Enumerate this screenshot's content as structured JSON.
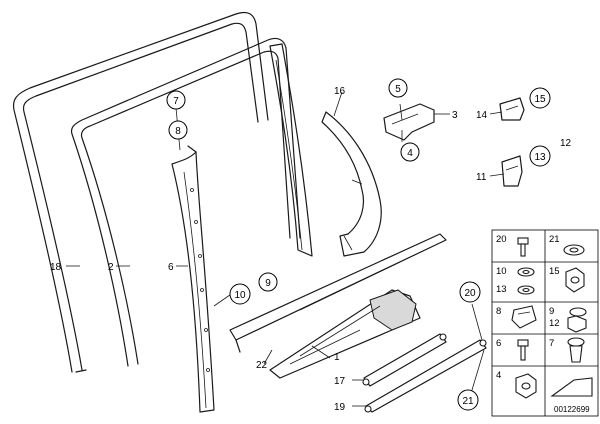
{
  "labels": {
    "p18": "18",
    "p2": "2",
    "p6": "6",
    "p7": "7",
    "p8": "8",
    "p9": "9",
    "p10": "10",
    "p16": "16",
    "p5": "5",
    "p3": "3",
    "p4": "4",
    "p14": "14",
    "p15": "15",
    "p12": "12",
    "p13": "13",
    "p11": "11",
    "p22": "22",
    "p1": "1",
    "p17": "17",
    "p19": "19",
    "p20": "20",
    "p21": "21"
  },
  "hardware_grid": {
    "cells": [
      "20",
      "21",
      "10",
      "15",
      "13",
      "8",
      "9",
      "12",
      "6",
      "7",
      "4"
    ]
  },
  "reference_number": "00122699"
}
